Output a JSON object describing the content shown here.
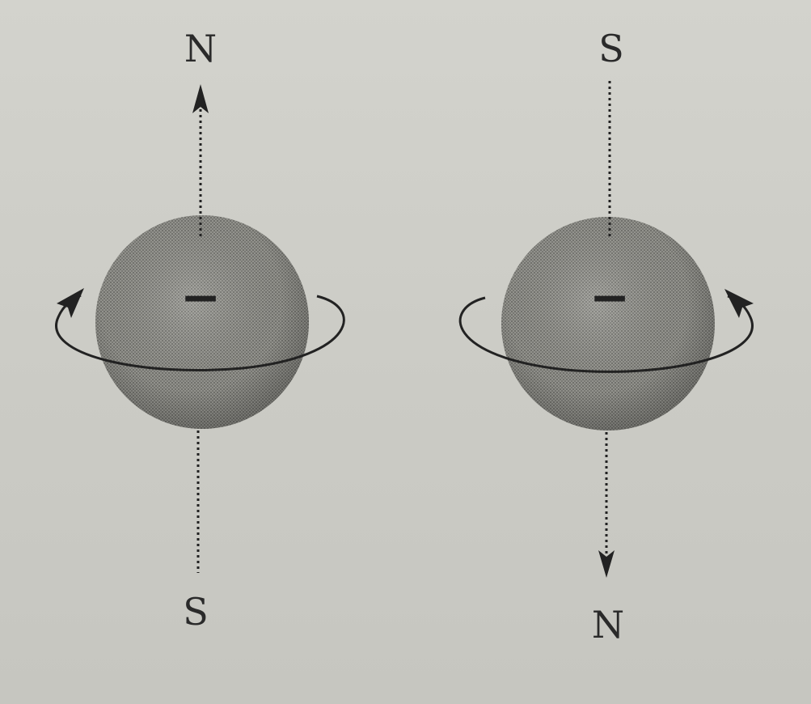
{
  "diagram": {
    "left": {
      "top_pole": "N",
      "bottom_pole": "S",
      "charge": "−",
      "spin_direction": "counterclockwise",
      "axis_arrow": "up"
    },
    "right": {
      "top_pole": "S",
      "bottom_pole": "N",
      "charge": "−",
      "spin_direction": "clockwise",
      "axis_arrow": "down"
    }
  }
}
